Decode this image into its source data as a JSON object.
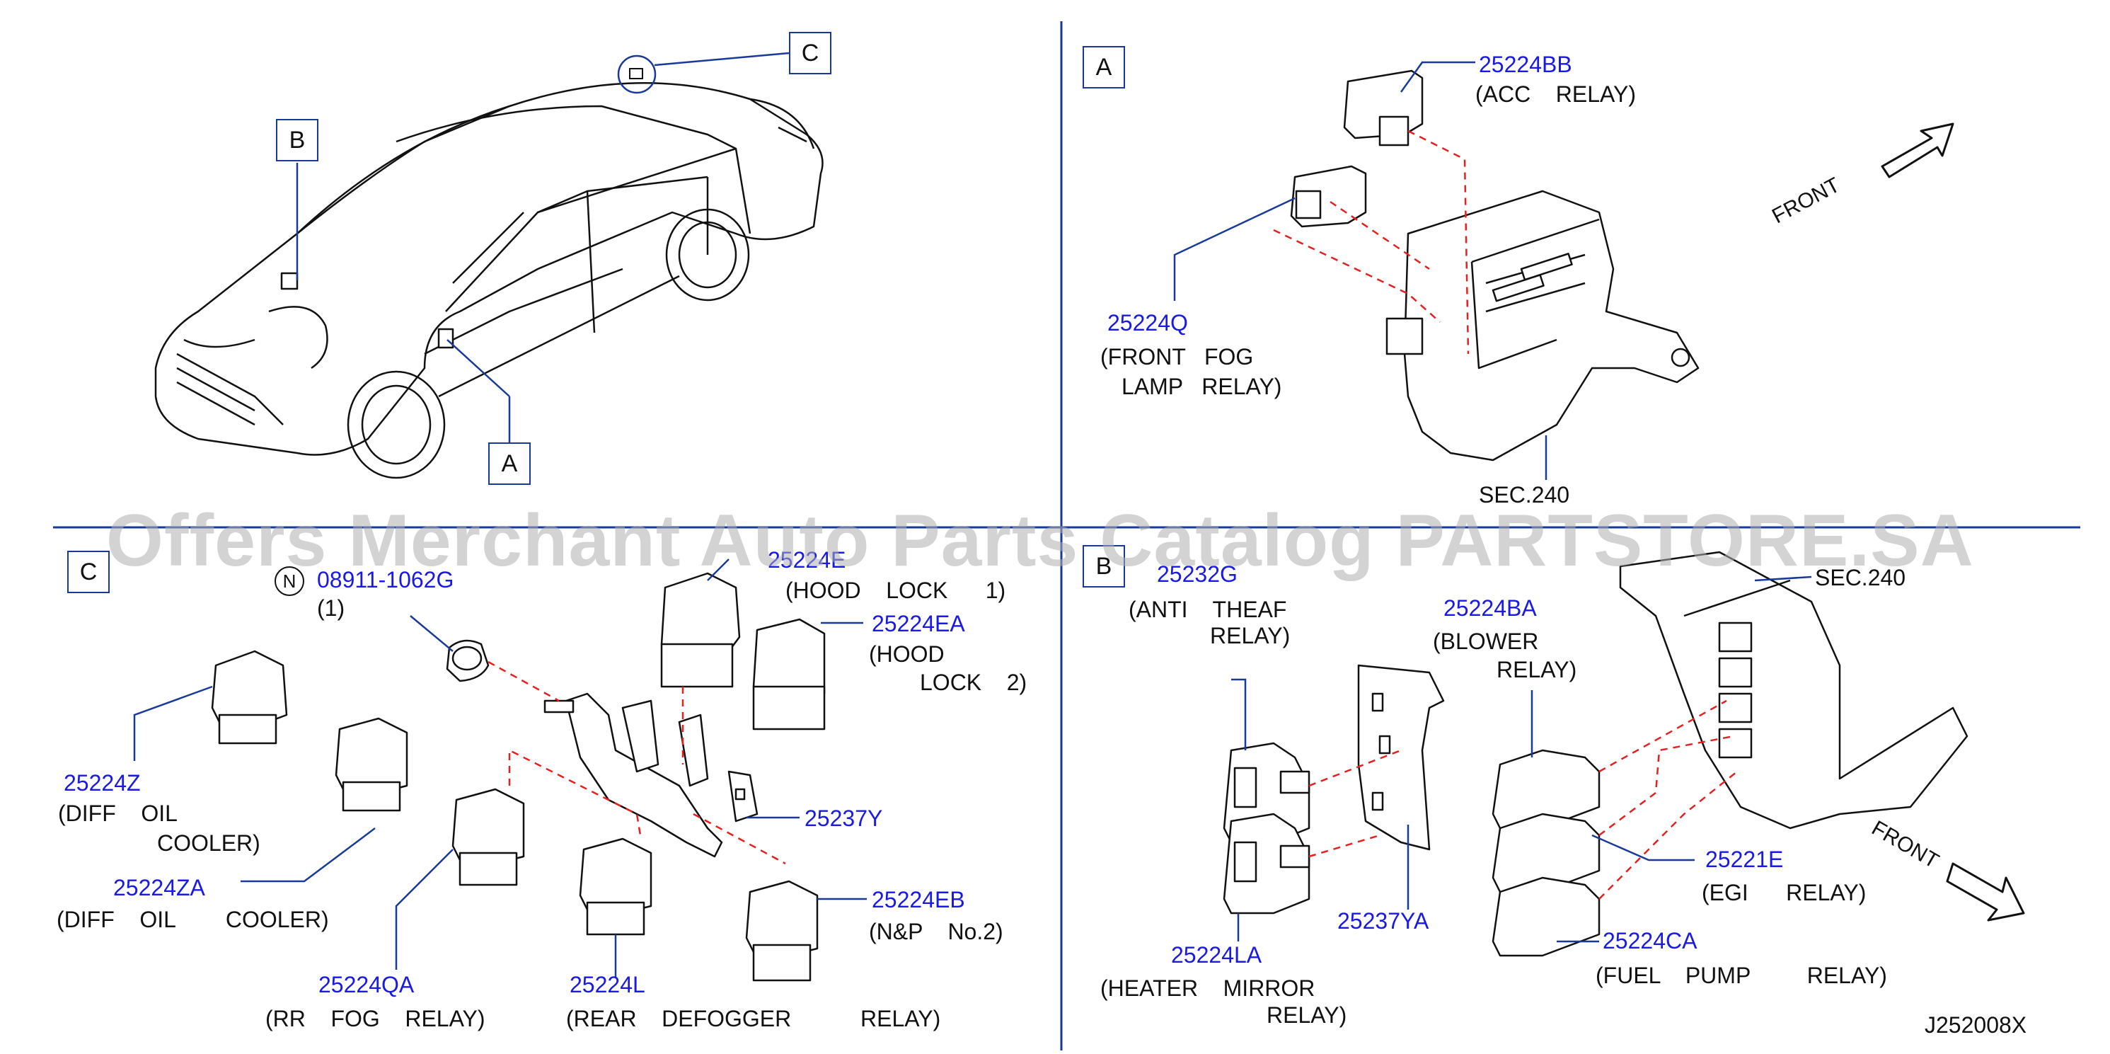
{
  "section_labels": {
    "a": "A",
    "b": "B",
    "c": "C"
  },
  "overview": {
    "marker_a": "A",
    "marker_b": "B",
    "marker_c": "C"
  },
  "panel_a": {
    "acc_relay_pn": "25224BB",
    "acc_relay_desc": "(ACC    RELAY)",
    "front_fog_pn": "25224Q",
    "front_fog_desc_1": "(FRONT   FOG",
    "front_fog_desc_2": "LAMP   RELAY)",
    "sec_ref": "SEC.240",
    "front_label": "FRONT"
  },
  "panel_b": {
    "anti_theft_pn": "25232G",
    "anti_theft_desc_1": "(ANTI    THEAF",
    "anti_theft_desc_2": "RELAY)",
    "blower_pn": "25224BA",
    "blower_desc_1": "(BLOWER",
    "blower_desc_2": "RELAY)",
    "sec_ref": "SEC.240",
    "egi_pn": "25221E",
    "egi_desc": "(EGI      RELAY)",
    "fuel_pump_pn": "25224CA",
    "fuel_pump_desc": "(FUEL    PUMP         RELAY)",
    "bracket_pn": "25237YA",
    "heater_mirror_pn": "25224LA",
    "heater_mirror_desc_1": "(HEATER    MIRROR",
    "heater_mirror_desc_2": "RELAY)",
    "front_label": "FRONT"
  },
  "panel_c": {
    "note_symbol": "N",
    "bolt_pn": "08911-1062G",
    "bolt_qty": "(1)",
    "hood_lock1_pn_partial": "25224E",
    "hood_lock1_desc": "(HOOD    LOCK      1)",
    "hood_lock2_pn": "25224EA",
    "hood_lock2_desc_1": "(HOOD",
    "hood_lock2_desc_2": "LOCK    2)",
    "diff_oil_pn": "25224Z",
    "diff_oil_desc_1": "(DIFF    OIL",
    "diff_oil_desc_2": "COOLER)",
    "bracket_pn": "25237Y",
    "diff_oil2_pn": "25224ZA",
    "diff_oil2_desc": "(DIFF    OIL        COOLER)",
    "np_pn": "25224EB",
    "np_desc": "(N&P    No.2)",
    "rr_fog_pn": "25224QA",
    "rr_fog_desc": "(RR    FOG    RELAY)",
    "rear_defog_pn": "25224L",
    "rear_defog_desc": "(REAR    DEFOGGER           RELAY)"
  },
  "diagram_id": "J252008X",
  "watermark": "Offers Merchant Auto Parts Catalog PARTSTORE.SA",
  "colors": {
    "part_number": "#1a1ae6",
    "line": "#1a3a9a",
    "dash": "#e62020",
    "ink": "#111111"
  }
}
